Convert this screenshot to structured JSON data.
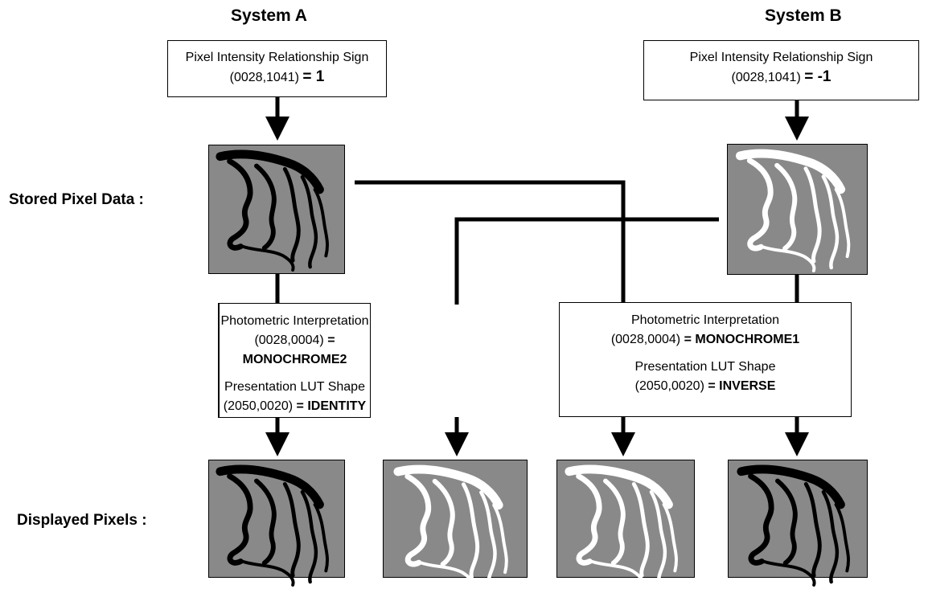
{
  "system_a": {
    "title": "System A",
    "sign_box": {
      "line1": "Pixel Intensity Relationship Sign",
      "tag": "(0028,1041)",
      "value": "= 1"
    },
    "pi_box": {
      "line1": "Photometric Interpretation",
      "pi_tag": "(0028,0004)",
      "pi_value": "= MONOCHROME2",
      "line3": "Presentation LUT Shape",
      "lut_tag": "(2050,0020)",
      "lut_value": "= IDENTITY"
    }
  },
  "system_b": {
    "title": "System B",
    "sign_box": {
      "line1": "Pixel Intensity Relationship Sign",
      "tag": "(0028,1041)",
      "value": "= -1"
    },
    "pi_box": {
      "line1": "Photometric Interpretation",
      "pi_tag": "(0028,0004)",
      "pi_value": "= MONOCHROME1",
      "line3": "Presentation LUT Shape",
      "lut_tag": "(2050,0020)",
      "lut_value": "= INVERSE"
    }
  },
  "labels": {
    "stored": "Stored Pixel Data :",
    "displayed": "Displayed Pixels :"
  },
  "images": {
    "background_color": "#898989",
    "stored_a": "black-vessels",
    "stored_b": "white-vessels",
    "displayed": [
      "black-vessels",
      "white-vessels",
      "white-vessels",
      "black-vessels"
    ]
  }
}
